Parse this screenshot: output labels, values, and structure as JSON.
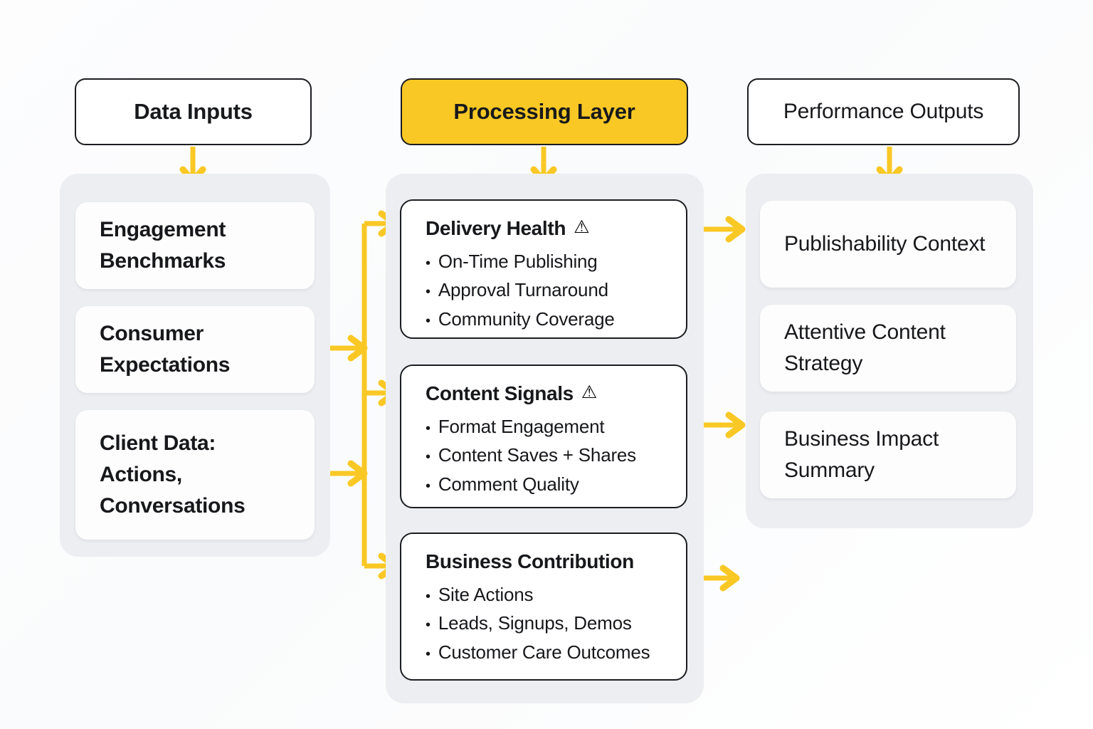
{
  "columns": {
    "inputs": {
      "header": "Data Inputs",
      "cards": [
        "Engagement Benchmarks",
        "Consumer Expectations",
        "Client Data: Actions, Conversations"
      ]
    },
    "processing": {
      "header": "Processing Layer",
      "header_color": "#F9C825",
      "cards": [
        {
          "title": "Delivery Health",
          "warning": "⚠",
          "items": [
            "On-Time Publishing",
            "Approval Turnaround",
            "Community Coverage"
          ]
        },
        {
          "title": "Content Signals",
          "warning": "⚠",
          "items": [
            "Format Engagement",
            "Content Saves + Shares",
            "Comment Quality"
          ]
        },
        {
          "title": "Business Contribution",
          "warning": "",
          "items": [
            "Site Actions",
            "Leads, Signups, Demos",
            "Customer Care Outcomes"
          ]
        }
      ]
    },
    "outputs": {
      "header": "Performance Outputs",
      "cards": [
        "Publishability Context",
        "Attentive Content Strategy",
        "Business Impact Summary"
      ]
    }
  },
  "bullet": "•",
  "theme": {
    "accent": "#F9C825",
    "panel_bg": "#ECEEF2",
    "card_bg": "#FDFDFD",
    "text": "#17181B",
    "border": "#1B1D21",
    "page_bg": "#FFFFFF"
  }
}
